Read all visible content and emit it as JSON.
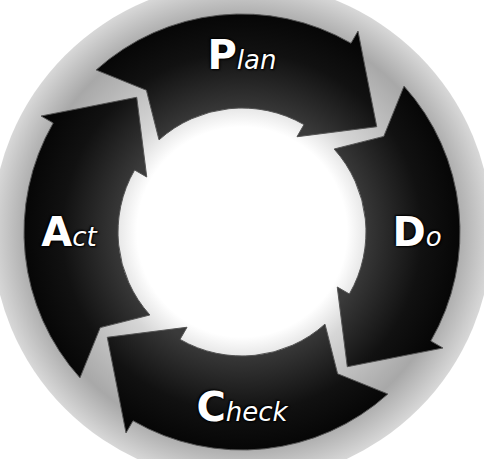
{
  "diagram": {
    "nodes": [
      {
        "text": [
          "Plan"
        ]
      },
      {
        "text": [
          "Do"
        ]
      },
      {
        "text": [
          "Check"
        ]
      },
      {
        "text": [
          "Act"
        ]
      }
    ]
  }
}
